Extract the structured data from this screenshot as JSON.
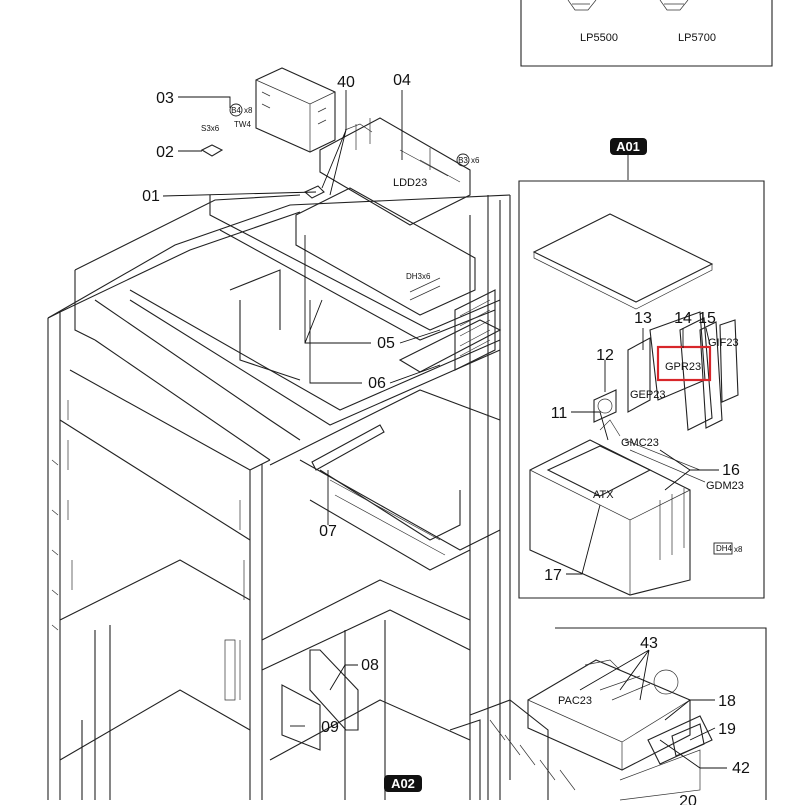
{
  "diagram": {
    "inset_labels": [
      "LP5500",
      "LP5700"
    ],
    "callouts": {
      "c01": "01",
      "c02": "02",
      "c03": "03",
      "c04": "04",
      "c05": "05",
      "c06": "06",
      "c07": "07",
      "c08": "08",
      "c09": "09",
      "c11": "11",
      "c12": "12",
      "c13": "13",
      "c14": "14",
      "c15": "15",
      "c16": "16",
      "c17": "17",
      "c18": "18",
      "c19": "19",
      "c20": "20",
      "c40": "40",
      "c42": "42",
      "c43": "43"
    },
    "assembly_tags": {
      "a01": "A01",
      "a02": "A02"
    },
    "board_labels": {
      "ldd": "LDD23",
      "gif": "GIF23",
      "gpr": "GPR23",
      "gep": "GEP23",
      "gmc": "GMC23",
      "gdm": "GDM23",
      "atx": "ATX",
      "pac": "PAC23"
    },
    "screw_notes": {
      "s3": "S3x6",
      "tw4": "TW4",
      "b4": "B4",
      "b4x": "x8",
      "b3": "B3",
      "b3x": "x6",
      "dh3": "DH3x6",
      "dh4": "DH4",
      "dh4x": "x8"
    },
    "highlight_color": "#d8262a"
  }
}
